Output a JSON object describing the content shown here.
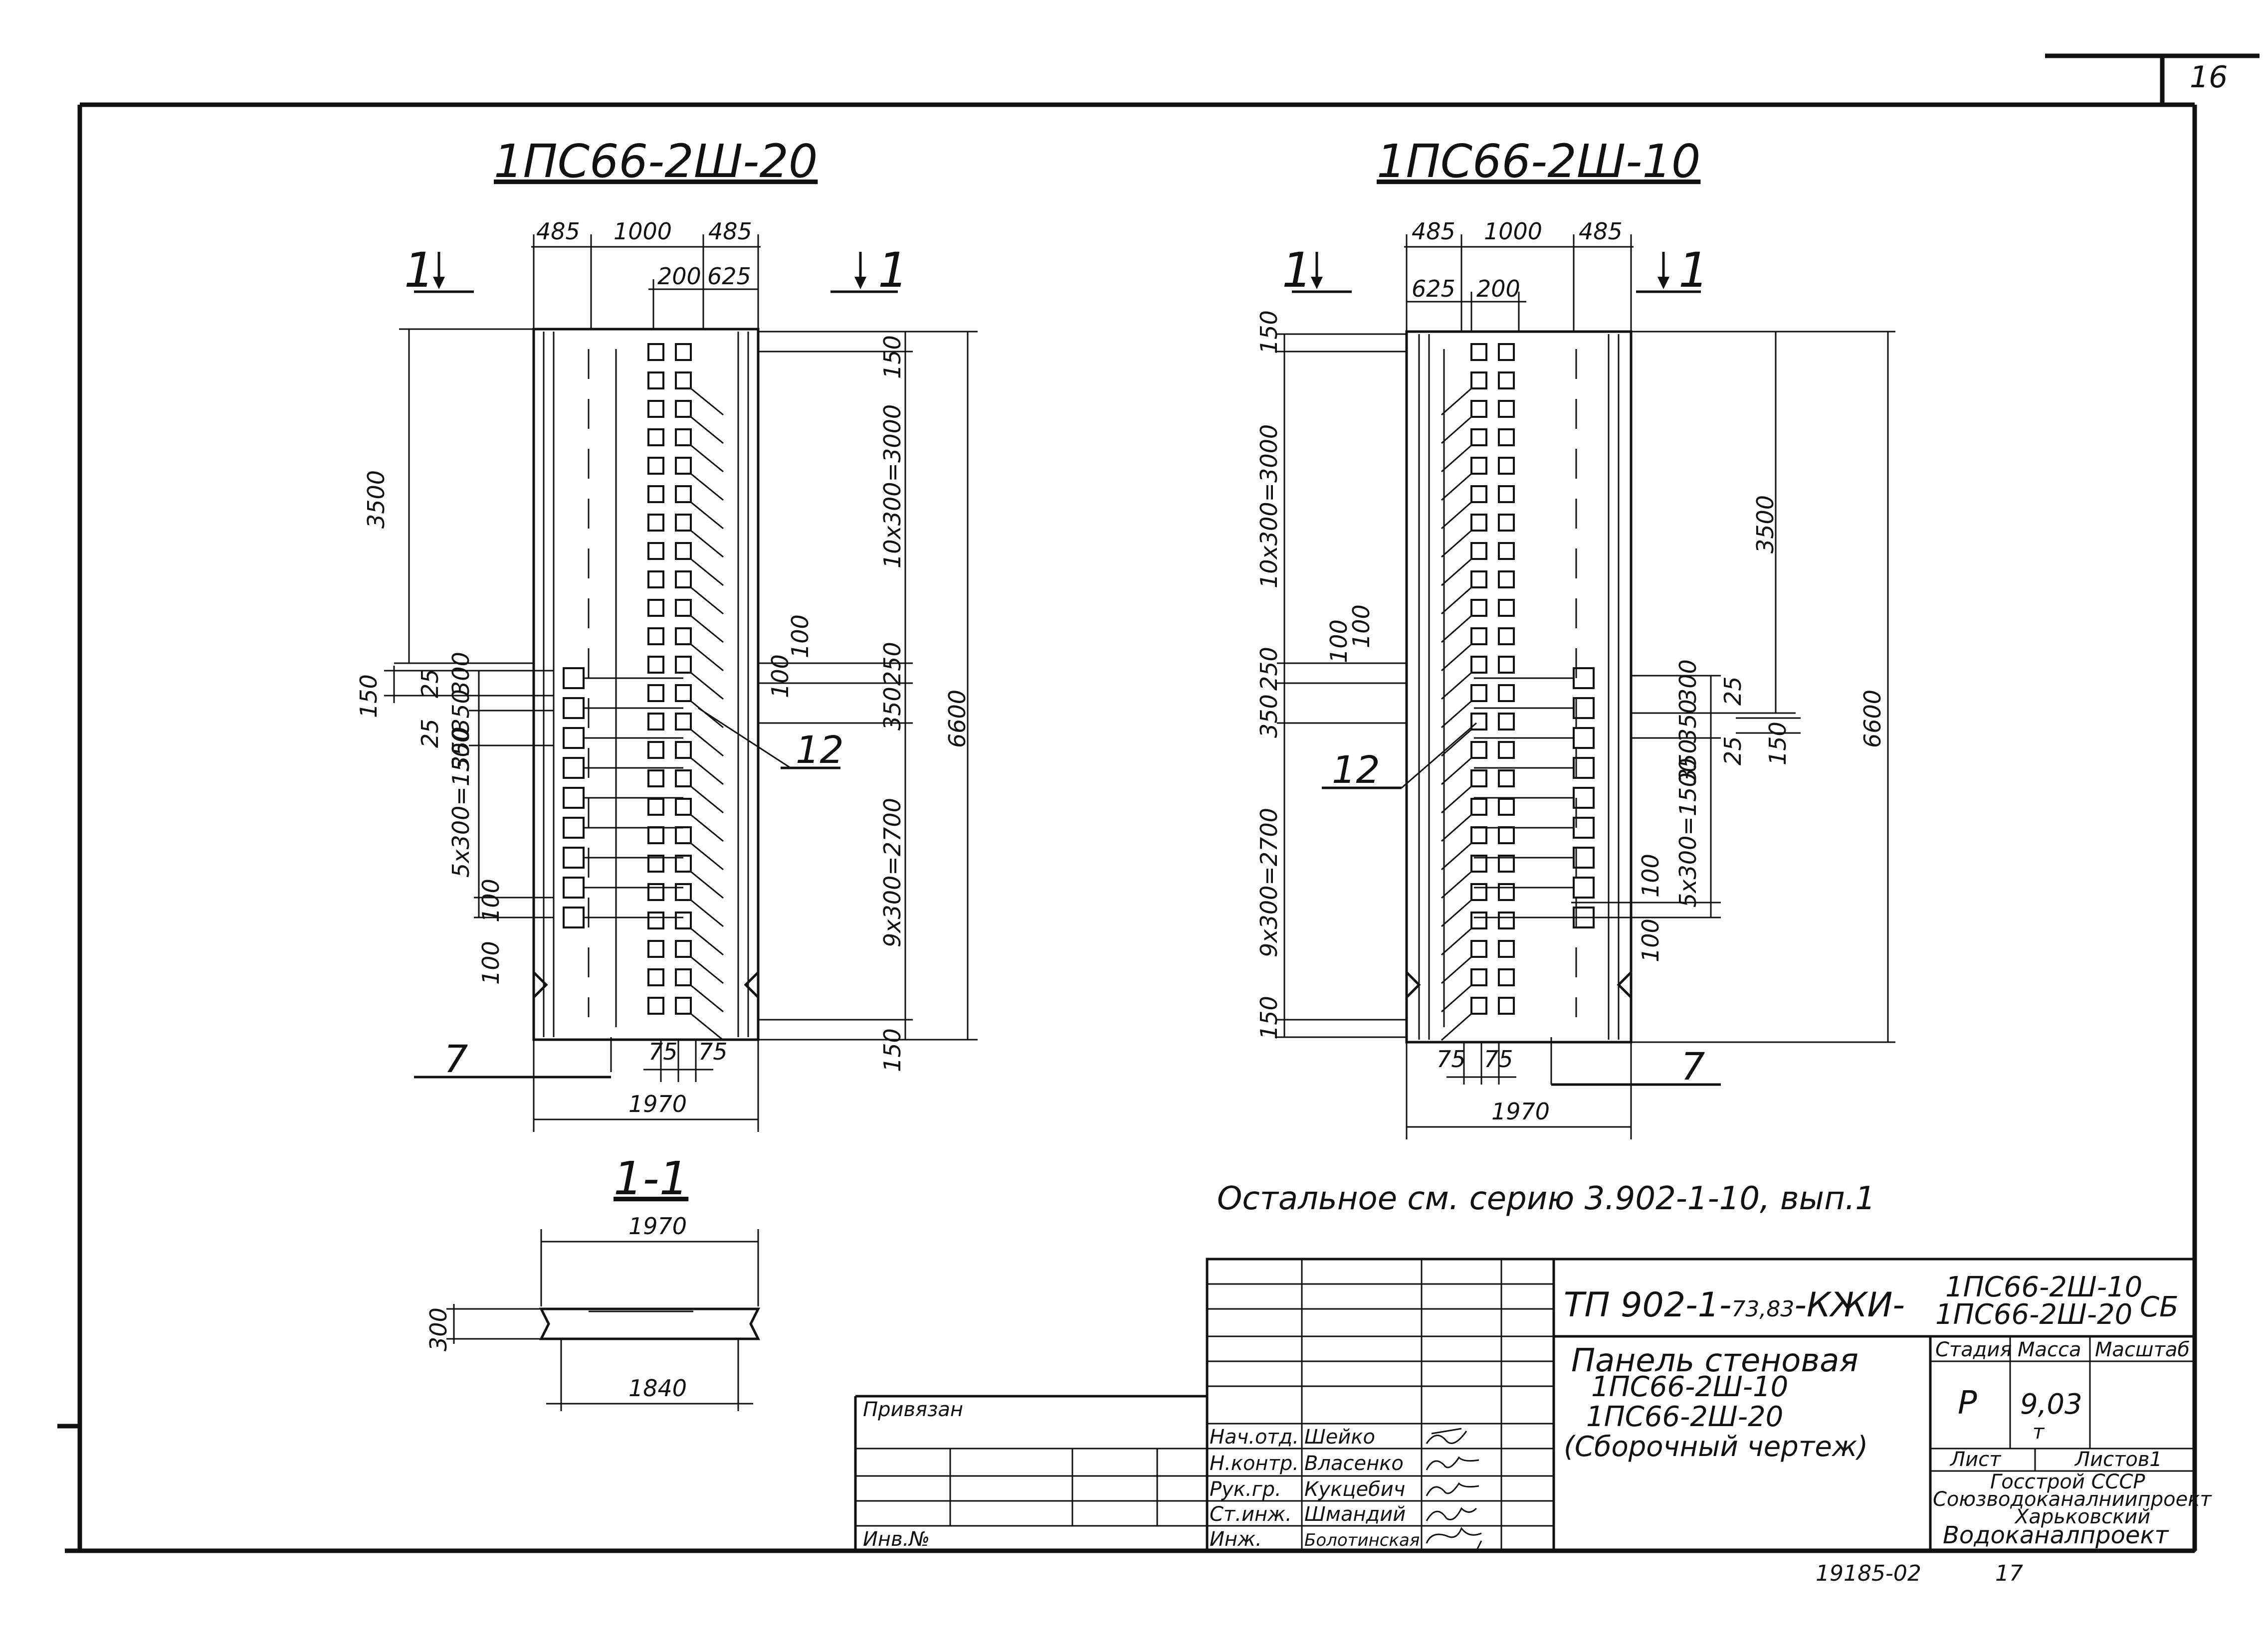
{
  "sheet": {
    "number": "16",
    "bottom_code": "19185-02",
    "bottom_page": "17"
  },
  "left_view": {
    "title": "1ПС66-2Ш-20",
    "cut_left": "1",
    "cut_right": "1",
    "dims_top": [
      "485",
      "1000",
      "485"
    ],
    "dims_top2": [
      "200",
      "625"
    ],
    "dims_left": [
      "3500",
      "150",
      "25",
      "25",
      "300",
      "350",
      "350",
      "5х300=1500",
      "100",
      "100"
    ],
    "dims_right": [
      "150",
      "10х300=3000",
      "100",
      "100",
      "250",
      "350",
      "9х300=2700",
      "150"
    ],
    "overall_height": "6600",
    "dims_bottom": [
      "75",
      "75"
    ],
    "width": "1970",
    "callout_12": "12",
    "callout_7": "7"
  },
  "right_view": {
    "title": "1ПС66-2Ш-10",
    "cut_left": "1",
    "cut_right": "1",
    "dims_top": [
      "485",
      "1000",
      "485"
    ],
    "dims_top2": [
      "625",
      "200"
    ],
    "dims_left": [
      "150",
      "10х300=3000",
      "100",
      "100",
      "250",
      "350",
      "9х300=2700",
      "150"
    ],
    "dims_right": [
      "3500",
      "300",
      "25",
      "350",
      "350",
      "25",
      "150",
      "5х300=1500",
      "100",
      "100"
    ],
    "overall_height": "6600",
    "dims_bottom": [
      "75",
      "75"
    ],
    "width": "1970",
    "callout_12": "12",
    "callout_7": "7"
  },
  "section": {
    "title": "1-1",
    "top_width": "1970",
    "bottom_width": "1840",
    "thickness": "300"
  },
  "note": "Остальное см. серию 3.902-1-10, вып.1",
  "title_block": {
    "code_prefix": "ТП 902-1-",
    "code_small": "73,83",
    "code_suffix": "-КЖИ-",
    "mark_1": "1ПС66-2Ш-10",
    "mark_2": "1ПС66-2Ш-20",
    "doc_type": "СБ",
    "name_line1": "Панель стеновая",
    "name_line2": "1ПС66-2Ш-10",
    "name_line3": "1ПС66-2Ш-20",
    "name_line4": "(Сборочный чертеж)",
    "stage_label": "Стадия",
    "mass_label": "Масса",
    "scale_label": "Масштаб",
    "stage_value": "Р",
    "mass_value": "9,03",
    "mass_unit": "т",
    "sheet_label": "Лист",
    "sheets_label": "Листов1",
    "org_1": "Госстрой СССР",
    "org_2": "Союзводоканалниипроект",
    "org_3": "Харьковский",
    "org_4": "Водоканалпроект",
    "bound_label": "Привязан",
    "inv_label": "Инв.№",
    "signers": [
      {
        "role": "Нач.отд.",
        "name": "Шейко"
      },
      {
        "role": "Н.контр.",
        "name": "Власенко"
      },
      {
        "role": "Рук.гр.",
        "name": "Кукцебич"
      },
      {
        "role": "Ст.инж.",
        "name": "Шмандий"
      },
      {
        "role": "Инж.",
        "name": "Болотинская"
      }
    ]
  }
}
